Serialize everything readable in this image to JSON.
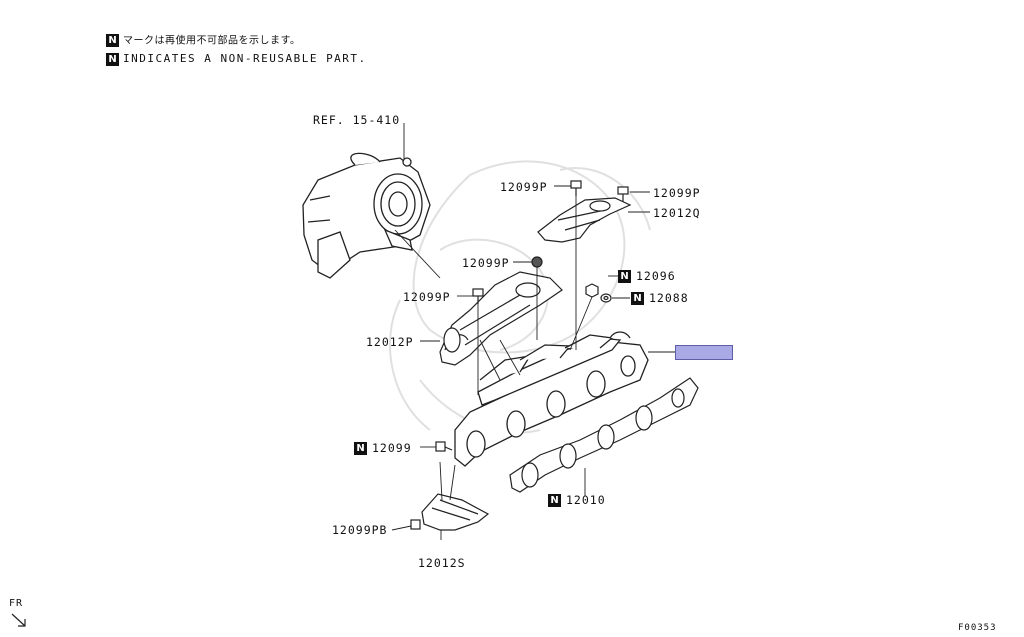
{
  "legend": {
    "badge": "N",
    "line_jp": "マークは再使用不可部品を示します。",
    "line_en": "INDICATES A NON-REUSABLE PART."
  },
  "callouts": {
    "ref_turbo": "REF. 15-410",
    "p_top_left": "12099P",
    "p_top_right": "12099P",
    "q_cover": "12012Q",
    "p_mid": "12099P",
    "nut": "12096",
    "washer": "12088",
    "p_left": "12099P",
    "p_cover": "12012P",
    "bolt": "12099",
    "gasket": "12010",
    "pb_bolt": "12099PB",
    "s_cover": "12012S"
  },
  "badge_letter": "N",
  "highlight_color": "#a9a9e6",
  "orientation_label": "FR",
  "figure_code": "F00353"
}
